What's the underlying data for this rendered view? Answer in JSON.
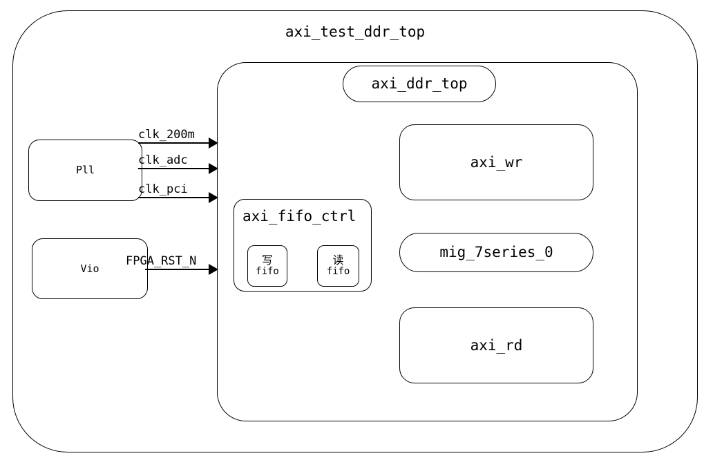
{
  "diagram": {
    "title": "axi_test_ddr_top",
    "outer_block": {
      "name": "axi_test_ddr_top"
    },
    "inner_block": {
      "name": "axi_ddr_top"
    },
    "sources": [
      {
        "id": "pll",
        "label": "Pll"
      },
      {
        "id": "vio",
        "label": "Vio"
      }
    ],
    "signals": [
      {
        "id": "clk_200m",
        "label": "clk_200m",
        "from": "Pll",
        "to": "axi_ddr_top"
      },
      {
        "id": "clk_adc",
        "label": "clk_adc",
        "from": "Pll",
        "to": "axi_ddr_top"
      },
      {
        "id": "clk_pci",
        "label": "clk_pci",
        "from": "Pll",
        "to": "axi_ddr_top"
      },
      {
        "id": "fpga_rst_n",
        "label": "FPGA_RST_N",
        "from": "Vio",
        "to": "axi_ddr_top"
      }
    ],
    "modules": [
      {
        "id": "axi_wr",
        "label": "axi_wr"
      },
      {
        "id": "mig_7series_0",
        "label": "mig_7series_0"
      },
      {
        "id": "axi_rd",
        "label": "axi_rd"
      }
    ],
    "fifo_ctrl": {
      "title": "axi_fifo_ctrl",
      "children": [
        {
          "id": "write_fifo",
          "cjk": "写",
          "sub": "fifo"
        },
        {
          "id": "read_fifo",
          "cjk": "读",
          "sub": "fifo"
        }
      ]
    },
    "colors": {
      "stroke": "#000000",
      "background": "#ffffff",
      "text": "#000000"
    }
  }
}
